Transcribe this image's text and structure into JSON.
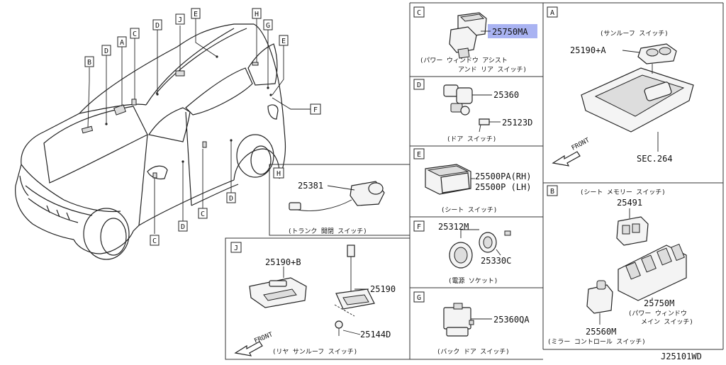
{
  "car_labels": [
    {
      "id": "b1",
      "text": "B"
    },
    {
      "id": "d1",
      "text": "D"
    },
    {
      "id": "a1",
      "text": "A"
    },
    {
      "id": "c1",
      "text": "C"
    },
    {
      "id": "d2",
      "text": "D"
    },
    {
      "id": "j1",
      "text": "J"
    },
    {
      "id": "e1",
      "text": "E"
    },
    {
      "id": "h1",
      "text": "H"
    },
    {
      "id": "g1",
      "text": "G"
    },
    {
      "id": "e2",
      "text": "E"
    },
    {
      "id": "f1",
      "text": "F"
    },
    {
      "id": "d3",
      "text": "D"
    },
    {
      "id": "c2",
      "text": "C"
    },
    {
      "id": "c3",
      "text": "C"
    },
    {
      "id": "d4",
      "text": "D"
    }
  ],
  "panels": {
    "C": {
      "letter": "C",
      "part": "25750MA",
      "caption1": "(パワー ウィンドウ アシスト",
      "caption2": "アンド リア スイッチ)"
    },
    "D": {
      "letter": "D",
      "part1": "25360",
      "part2": "25123D",
      "caption": "(ドア スイッチ)"
    },
    "E": {
      "letter": "E",
      "part1": "25500PA(RH)",
      "part2": "25500P (LH)",
      "caption": "(シート スイッチ)"
    },
    "F": {
      "letter": "F",
      "part1": "25312M",
      "part2": "25330C",
      "caption": "(電源 ソケット)"
    },
    "G": {
      "letter": "G",
      "part": "25360QA",
      "caption": "(バック ドア スイッチ)"
    },
    "H": {
      "letter": "H",
      "part": "25381",
      "caption": "(トランク 開閉 スイッチ)"
    },
    "J": {
      "letter": "J",
      "part1": "25190+B",
      "part2": "25190",
      "part3": "25144D",
      "front": "FRONT",
      "caption": "(リヤ サンルーフ スイッチ)"
    },
    "A": {
      "letter": "A",
      "caption": "(サンルーフ スイッチ)",
      "part": "25190+A",
      "front": "FRONT",
      "sec": "SEC.264"
    },
    "B": {
      "letter": "B",
      "caption1": "(シート メモリー スイッチ)",
      "part1": "25491",
      "part2": "25750M",
      "caption2": "(パワー ウィンドウ",
      "caption3": "メイン スイッチ)",
      "part3": "25560M",
      "caption4": "(ミラー コントロール スイッチ)"
    }
  },
  "diagram_code": "J25101WD"
}
